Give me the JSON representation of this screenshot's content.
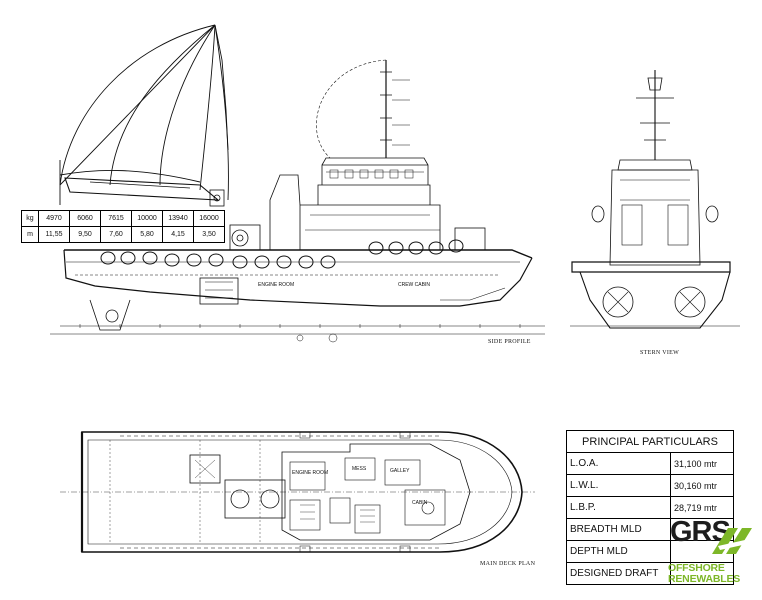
{
  "crane_table": {
    "rows": [
      {
        "unit": "kg",
        "values": [
          "4970",
          "6060",
          "7615",
          "10000",
          "13940",
          "16000"
        ]
      },
      {
        "unit": "m",
        "values": [
          "11,55",
          "9,50",
          "7,60",
          "5,80",
          "4,15",
          "3,50"
        ]
      }
    ]
  },
  "captions": {
    "side_profile": "SIDE PROFILE",
    "stern_view": "STERN VIEW",
    "main_deck_plan": "MAIN DECK PLAN"
  },
  "principal_particulars": {
    "title": "PRINCIPAL PARTICULARS",
    "rows": [
      {
        "label": "L.O.A.",
        "value": "31,100 mtr"
      },
      {
        "label": "L.W.L.",
        "value": "30,160 mtr"
      },
      {
        "label": "L.B.P.",
        "value": "28,719 mtr"
      },
      {
        "label": "BREADTH MLD",
        "value": ""
      },
      {
        "label": "DEPTH MLD",
        "value": ""
      },
      {
        "label": "DESIGNED DRAFT",
        "value": ""
      }
    ]
  },
  "labels": {
    "engine_room": "ENGINE ROOM",
    "crew_cabin": "CREW CABIN",
    "engine_room_plan": "ENGINE ROOM",
    "mess": "MESS",
    "galley": "GALLEY",
    "cabin": "CABIN"
  },
  "logo": {
    "name": "GRS",
    "line1": "OFFSHORE",
    "line2": "RENEWABLES",
    "colors": {
      "dark": "#1d1d1d",
      "green": "#7db728"
    }
  }
}
